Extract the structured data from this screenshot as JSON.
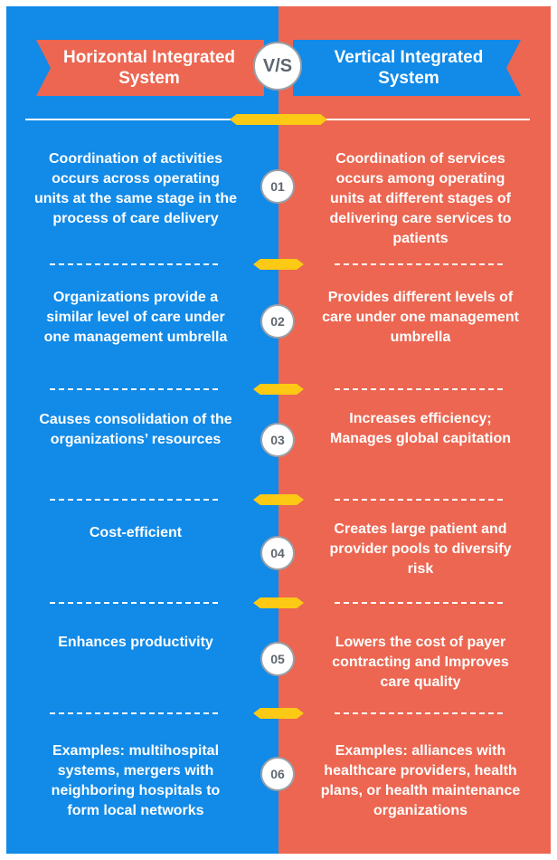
{
  "header": {
    "left_title": "Horizontal Integrated System",
    "right_title": "Vertical Integrated System",
    "vs": "V/S"
  },
  "colors": {
    "left_panel": "#118ae8",
    "right_panel": "#ec6651",
    "accent": "#fcc915",
    "banner_left_fill": "#ec6651",
    "banner_right_fill": "#118ae8",
    "circle_border": "#9aa0a8"
  },
  "rows": [
    {
      "number": "01",
      "left": "Coordination of activities occurs across operating units at the same stage in the process of care delivery",
      "right": "Coordination of services occurs among operating units at different stages of delivering care services to patients"
    },
    {
      "number": "02",
      "left": "Organizations provide a similar level of care under one management umbrella",
      "right": "Provides different levels of care under one management umbrella"
    },
    {
      "number": "03",
      "left": "Causes consolidation of the organizations’ resources",
      "right": "Increases efficiency; Manages global capitation"
    },
    {
      "number": "04",
      "left": "Cost-efficient",
      "right": "Creates large patient and provider pools to diversify risk"
    },
    {
      "number": "05",
      "left": "Enhances productivity",
      "right": "Lowers the cost of payer contracting and Improves care quality"
    },
    {
      "number": "06",
      "left": "Examples: multihospital systems, mergers with neighboring hospitals to form local networks",
      "right": "Examples: alliances with healthcare providers, health plans, or health maintenance organizations"
    }
  ]
}
